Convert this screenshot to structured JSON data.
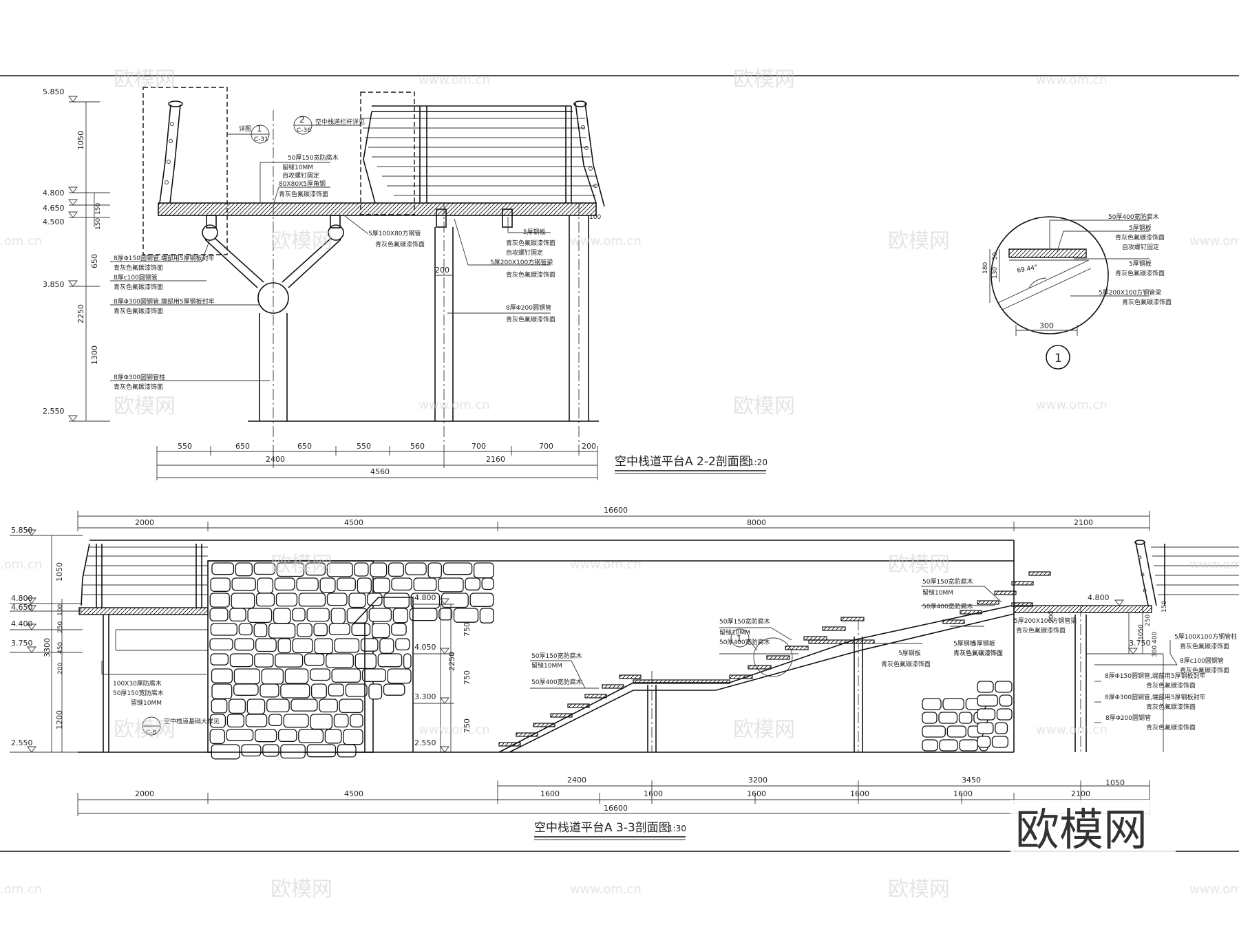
{
  "brand": {
    "logo_text": "欧模网",
    "watermark_main": "欧模网",
    "watermark_url": "www.om.cn",
    "watermark_url_cut": ".om.cn"
  },
  "section_2_2": {
    "title": "空中栈道平台A  2-2剖面图",
    "scale": "1:20",
    "elevations": [
      "5.850",
      "4.800",
      "4.650",
      "4.500",
      "3.850",
      "2.550"
    ],
    "vertical_dims": [
      "1050",
      "150",
      "150",
      "650",
      "2250",
      "1300"
    ],
    "bottom_dims_row1": [
      "550",
      "650",
      "650",
      "550",
      "560",
      "700",
      "700",
      "200"
    ],
    "bottom_dims_row2": [
      "2400",
      "2160"
    ],
    "bottom_dims_total": "4560",
    "detail_refs": [
      "1",
      "C-31",
      "2",
      "C-36"
    ],
    "detail_ref_labels": [
      "详图",
      "空中栈道栏杆详见"
    ],
    "notes_center": [
      "50厚150宽防腐木",
      "留缝10MM",
      "自攻螺钉固定",
      "80X80X5厚角钢",
      "青灰色氟碳漆饰面"
    ],
    "notes_left": [
      "8厚Φ150圆钢管,端部用5厚钢板封牢",
      "青灰色氟碳漆饰面",
      "8厚c100圆钢管",
      "青灰色氟碳漆饰面",
      "8厚Φ300圆钢管,端部用5厚钢板封牢",
      "青灰色氟碳漆饰面",
      "8厚Φ300圆钢管柱",
      "青灰色氟碳漆饰面"
    ],
    "notes_mid": [
      "5厚100X80方钢管",
      "青灰色氟碳漆饰面"
    ],
    "notes_right": [
      "5厚钢板",
      "青灰色氟碳漆饰面",
      "自攻螺钉固定",
      "5厚200X100方钢管梁",
      "青灰色氟碳漆饰面",
      "8厚Φ200圆钢管",
      "青灰色氟碳漆饰面"
    ],
    "small_dims": [
      "100",
      "200"
    ]
  },
  "detail_1": {
    "dims": [
      "180",
      "50",
      "130",
      "300"
    ],
    "angle": "69.44°",
    "label": "1",
    "notes": [
      "50厚400宽防腐木",
      "5厚钢板",
      "青灰色氟碳漆饰面",
      "自攻螺钉固定",
      "5厚钢板",
      "青灰色氟碳漆饰面",
      "5厚200X100方钢管梁",
      "青灰色氟碳漆饰面"
    ]
  },
  "section_3_3": {
    "title": "空中栈道平台A  3-3剖面图",
    "scale": "1:30",
    "top_total": "16600",
    "top_dims": [
      "2000",
      "4500",
      "8000",
      "2100"
    ],
    "elevations_left": [
      "5.850",
      "4.800",
      "4.650",
      "4.400",
      "3.750",
      "2.550"
    ],
    "vertical_dims_left": [
      "1050",
      "100",
      "250",
      "450",
      "200",
      "1200",
      "3300"
    ],
    "elevations_mid": [
      "4.800",
      "4.050",
      "3.300",
      "2.550"
    ],
    "vertical_dims_mid": [
      "750",
      "750",
      "750",
      "2250"
    ],
    "elevations_right": [
      "4.800",
      "3.750"
    ],
    "vertical_dims_right": [
      "200",
      "250",
      "150",
      "1050",
      "400",
      "300"
    ],
    "bottom_dims_row1": [
      "2400",
      "3200",
      "3450"
    ],
    "bottom_dims_row2": [
      "2000",
      "4500",
      "1600",
      "1600",
      "1600",
      "1600",
      "1600",
      "2100",
      "1050"
    ],
    "bottom_total": "16600",
    "notes_left": [
      "100X30厚防腐木",
      "50厚150宽防腐木",
      "留缝10MM",
      "空中栈道基础大样见",
      "C-8"
    ],
    "notes_stair1": [
      "50厚150宽防腐木",
      "留缝10MM",
      "50厚400宽防腐木"
    ],
    "notes_stair2": [
      "50厚150宽防腐木",
      "留缝10MM",
      "50厚400宽防腐木"
    ],
    "notes_stair3": [
      "50厚150宽防腐木",
      "留缝10MM",
      "50厚400宽防腐木"
    ],
    "notes_plate": [
      "5厚钢板",
      "青灰色氟碳漆饰面"
    ],
    "notes_right": [
      "5厚200X100方钢管梁",
      "青灰色氟碳漆饰面",
      "5厚钢板",
      "青灰色氟碳漆饰面",
      "5厚100X100方钢管柱",
      "青灰色氟碳漆饰面",
      "8厚c100圆钢管",
      "青灰色氟碳漆饰面",
      "8厚Φ150圆钢管,端部用5厚钢板封牢",
      "青灰色氟碳漆饰面",
      "8厚Φ300圆钢管,端部用5厚钢板封牢",
      "青灰色氟碳漆饰面",
      "8厚Φ200圆钢管",
      "青灰色氟碳漆饰面"
    ],
    "detail_label": "1"
  }
}
